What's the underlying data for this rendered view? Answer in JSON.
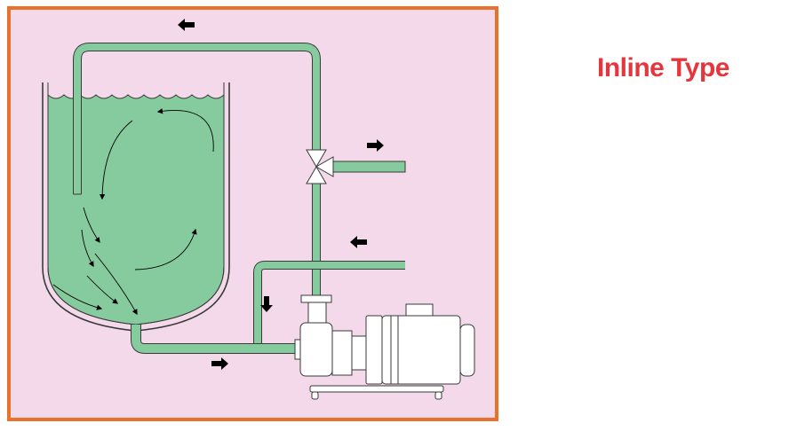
{
  "heading": {
    "text": "Inline Type"
  },
  "colors": {
    "frame_border": "#e8712c",
    "frame_background": "#f3d9ea",
    "liquid": "#86cb9e",
    "outline": "#3a3a3a",
    "heading": "#e4363c"
  },
  "icons": {
    "flow_arrow": "block-arrow",
    "circulation_arrow": "curved-arrow",
    "valve": "three-way-valve",
    "pump": "inline-mixer-pump"
  }
}
